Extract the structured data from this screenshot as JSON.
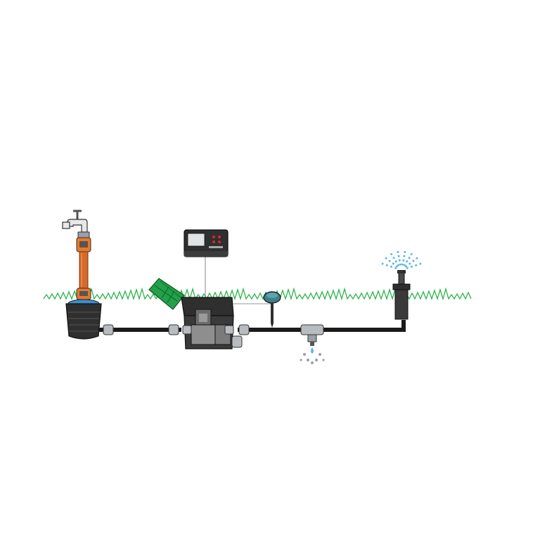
{
  "diagram": {
    "components": [
      {
        "id": "tap",
        "icon": "garden-tap-icon"
      },
      {
        "id": "hose",
        "icon": "orange-hose-icon"
      },
      {
        "id": "water-connection-box",
        "icon": "water-connection-box-icon"
      },
      {
        "id": "main-pipe",
        "icon": "pipe-icon"
      },
      {
        "id": "valve-box",
        "icon": "valve-box-icon"
      },
      {
        "id": "irrigation-controller",
        "icon": "irrigation-controller-icon"
      },
      {
        "id": "soil-moisture-sensor",
        "icon": "soil-moisture-sensor-icon"
      },
      {
        "id": "drainage-valve",
        "icon": "drainage-valve-icon"
      },
      {
        "id": "pop-up-sprinkler",
        "icon": "pop-up-sprinkler-icon"
      },
      {
        "id": "lawn",
        "icon": "grass-icon"
      }
    ]
  },
  "colors": {
    "grass": "#2bb54a",
    "hose": "#e8782a",
    "pipe": "#1a1a1a",
    "box_dark": "#3a3a3a",
    "lid_green": "#22a04a",
    "spray": "#5bb8e8",
    "connector": "#b8bcc0"
  }
}
